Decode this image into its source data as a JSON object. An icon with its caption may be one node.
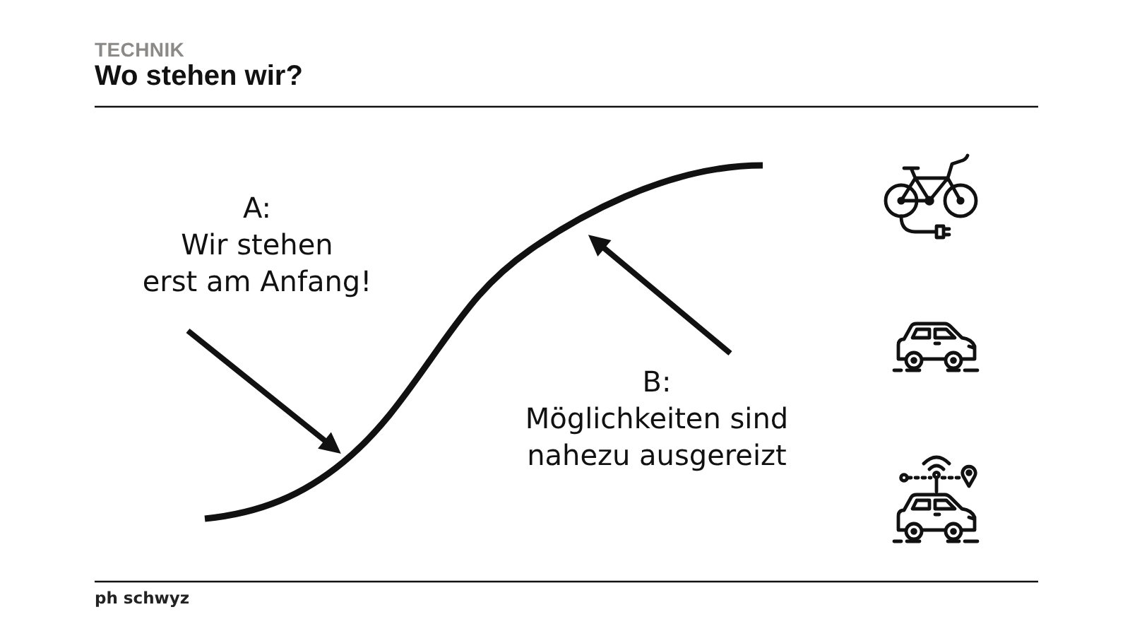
{
  "diagram": {
    "title": "Wo stehen wir?",
    "nodes": [
      {
        "text": [
          "A:",
          "Wir stehen erst am Anfang!"
        ]
      },
      {
        "text": [],
        "shape": "curve"
      },
      {
        "text": [
          "B:",
          "Möglichkeiten sind nahezu ausgereizt"
        ]
      }
    ],
    "edges": [
      {
        "from": 0,
        "to": 1,
        "arrow": "to"
      },
      {
        "from": 2,
        "to": 1,
        "arrow": "to"
      }
    ],
    "labels": [
      "TECHNIK",
      "ph schwyz"
    ]
  }
}
